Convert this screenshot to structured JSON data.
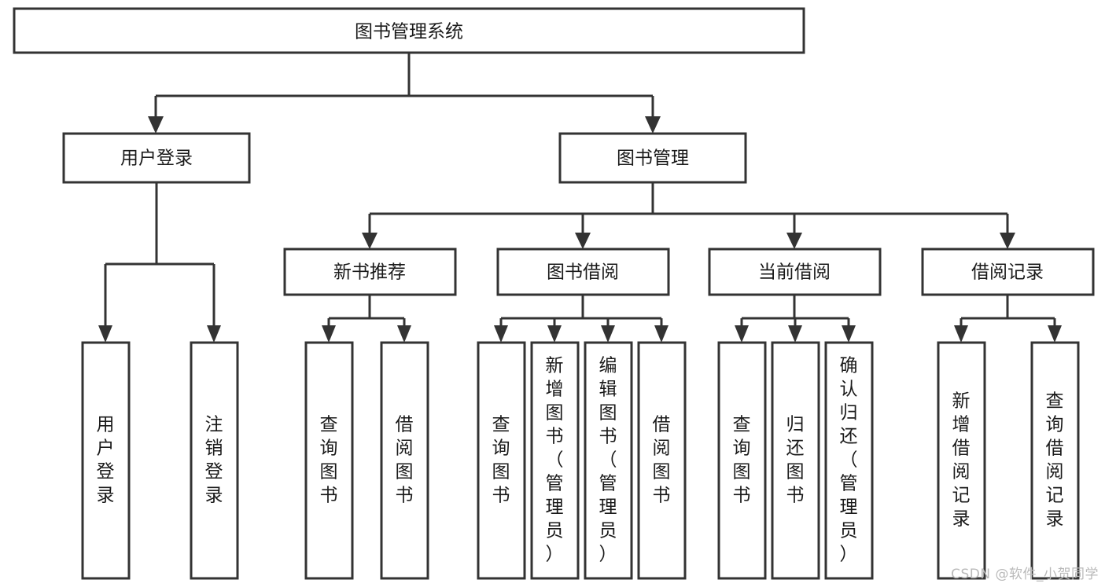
{
  "diagram": {
    "type": "tree",
    "title": "图书管理系统",
    "watermark": "CSDN @软件_小贺同学",
    "colors": {
      "box_stroke": "#333333",
      "box_fill": "#ffffff",
      "text": "#1a1a1a",
      "watermark": "#b9b9b9",
      "background": "#ffffff"
    },
    "nodes": {
      "root": "图书管理系统",
      "level1": [
        "用户登录",
        "图书管理"
      ],
      "level2": [
        "新书推荐",
        "图书借阅",
        "当前借阅",
        "借阅记录"
      ],
      "leaves_user_login": [
        "用户登录",
        "注销登录"
      ],
      "leaves_new_book": [
        "查询图书",
        "借阅图书"
      ],
      "leaves_borrow": [
        "查询图书",
        "新增图书（管理员）",
        "编辑图书（管理员）",
        "借阅图书"
      ],
      "leaves_current": [
        "查询图书",
        "归还图书",
        "确认归还（管理员）"
      ],
      "leaves_record": [
        "新增借阅记录",
        "查询借阅记录"
      ]
    }
  }
}
